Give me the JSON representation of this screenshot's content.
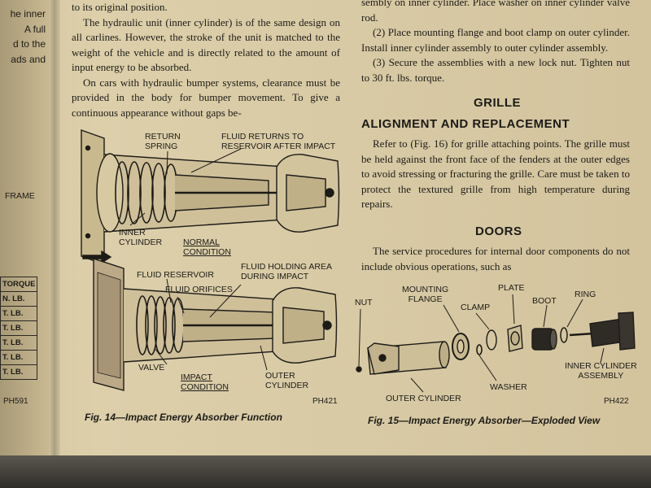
{
  "left_strip": {
    "lines": [
      "he inner",
      "A full",
      "d to the",
      "ads and"
    ],
    "frame_label": "FRAME",
    "table_header": "TORQUE",
    "table_rows": [
      "N. LB.",
      "T. LB.",
      "T. LB.",
      "T. LB.",
      "T. LB.",
      "T. LB."
    ],
    "code": "PH591"
  },
  "column_left": {
    "top_fragment": "to its original position.",
    "paragraphs": [
      "The hydraulic unit (inner cylinder) is of the same design on all carlines. However, the stroke of the unit is matched to the weight of the vehicle and is directly related to the amount of input energy to be absorbed.",
      "On cars with hydraulic bumper systems, clearance must be provided in the body for bumper movement. To give a continuous appearance without gaps be-"
    ]
  },
  "column_right": {
    "top_fragment": "sembly on inner cylinder. Place washer on inner cylinder valve rod.",
    "steps": [
      "(2) Place mounting flange and boot clamp on outer cylinder. Install inner cylinder assembly to outer cylinder assembly.",
      "(3) Secure the assemblies with a new lock nut. Tighten nut to 30 ft. lbs. torque."
    ],
    "grille_heading": "GRILLE",
    "alignment_heading": "ALIGNMENT AND REPLACEMENT",
    "grille_text": "Refer to (Fig. 16) for grille attaching points. The grille must be held against the front face of the fenders at the outer edges to avoid stressing or fracturing the grille. Care must be taken to protect the textured grille from high temperature during repairs.",
    "doors_heading": "DOORS",
    "doors_text": "The service procedures for internal door components do not include obvious operations, such as"
  },
  "fig14": {
    "labels": {
      "return_spring": "RETURN\nSPRING",
      "fluid_returns": "FLUID RETURNS TO\nRESERVOIR AFTER IMPACT",
      "inner_cylinder": "INNER\nCYLINDER",
      "normal_condition": "NORMAL\nCONDITION",
      "fluid_reservoir": "FLUID RESERVOIR",
      "fluid_holding": "FLUID HOLDING AREA\nDURING IMPACT",
      "fluid_orifices": "FLUID ORIFICES",
      "valve": "VALVE",
      "impact_condition": "IMPACT\nCONDITION",
      "outer_cylinder": "OUTER\nCYLINDER"
    },
    "code": "PH421",
    "caption": "Fig. 14—Impact Energy Absorber Function"
  },
  "fig15": {
    "labels": {
      "nut": "NUT",
      "mounting_flange": "MOUNTING\nFLANGE",
      "clamp": "CLAMP",
      "plate": "PLATE",
      "boot": "BOOT",
      "ring": "RING",
      "inner_cylinder_assembly": "INNER CYLINDER\nASSEMBLY",
      "washer": "WASHER",
      "outer_cylinder": "OUTER CYLINDER"
    },
    "code": "PH422",
    "caption": "Fig. 15—Impact Energy Absorber—Exploded View"
  }
}
